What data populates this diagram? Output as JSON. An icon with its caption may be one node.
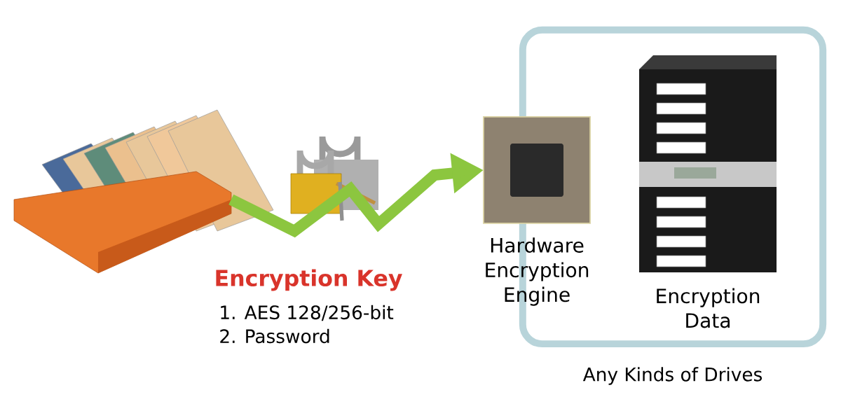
{
  "diagram": {
    "nodes": [
      {
        "text": [],
        "shape": "picture"
      },
      {
        "text": [
          "Any Kinds of Drives"
        ]
      },
      {
        "text": [],
        "shape": "picture",
        "beside": [
          "Hardware Encryption Engine"
        ]
      },
      {
        "text": [],
        "shape": "picture",
        "beside": [
          "Encryption Data"
        ],
        "in": 1
      }
    ],
    "edges": [
      {
        "from": 0,
        "to": 2,
        "arrow": "to"
      }
    ],
    "labels": [
      "Encryption Key",
      "1. AES 128/256-bit",
      "2. Password"
    ]
  }
}
